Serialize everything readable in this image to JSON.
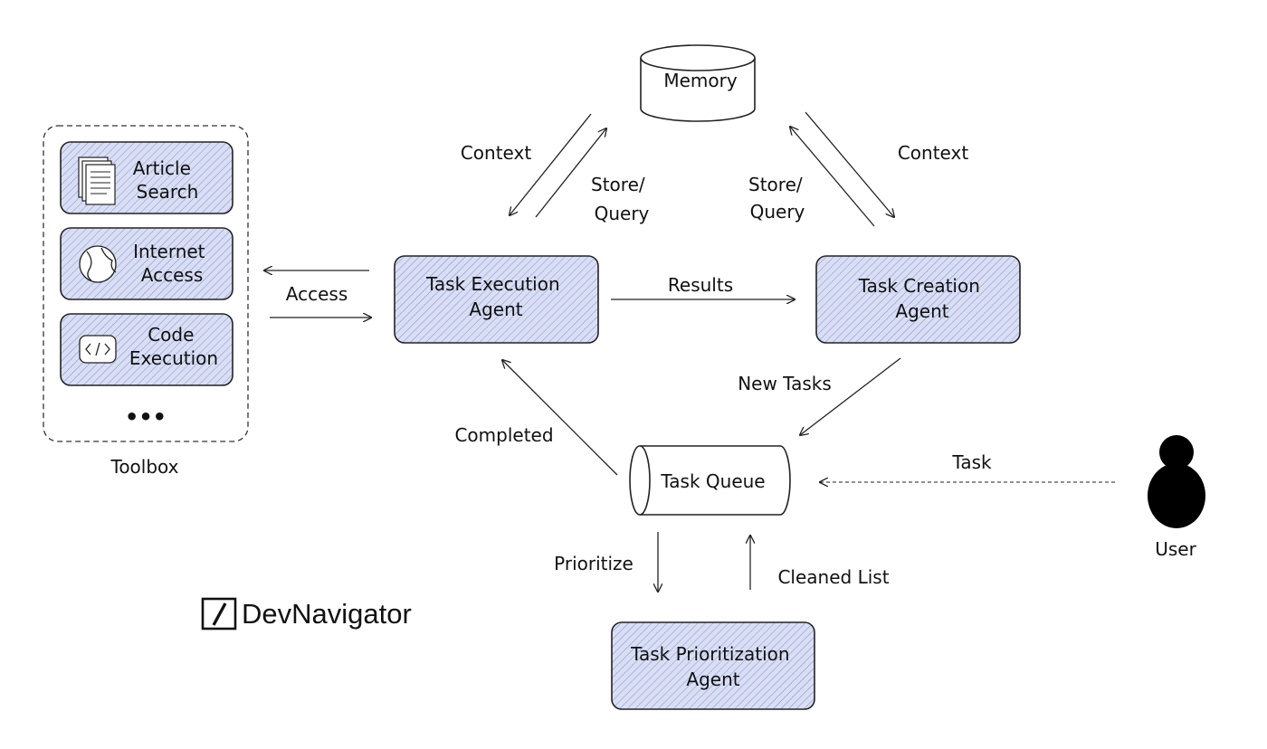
{
  "nodes": {
    "memory": "Memory",
    "task_execution": [
      "Task Execution",
      "Agent"
    ],
    "task_creation": [
      "Task Creation",
      "Agent"
    ],
    "task_queue": "Task Queue",
    "task_prioritization": [
      "Task Prioritization",
      "Agent"
    ],
    "user": "User"
  },
  "toolbox": {
    "title": "Toolbox",
    "items": [
      {
        "lines": [
          "Article",
          "Search"
        ],
        "icon": "document-stack-icon"
      },
      {
        "lines": [
          "Internet",
          "Access"
        ],
        "icon": "globe-icon"
      },
      {
        "lines": [
          "Code",
          "Execution"
        ],
        "icon": "code-icon"
      }
    ],
    "more": "•••"
  },
  "edges": {
    "context_left": "Context",
    "store_query_left": [
      "Store/",
      "Query"
    ],
    "store_query_right": [
      "Store/",
      "Query"
    ],
    "context_right": "Context",
    "access": "Access",
    "results": "Results",
    "new_tasks": "New Tasks",
    "completed": "Completed",
    "task": "Task",
    "prioritize": "Prioritize",
    "cleaned_list": "Cleaned List"
  },
  "brand": {
    "name": "DevNavigator"
  },
  "colors": {
    "box_fill": "#d9def3",
    "hatch": "#7f8fd6",
    "stroke": "#222222"
  }
}
